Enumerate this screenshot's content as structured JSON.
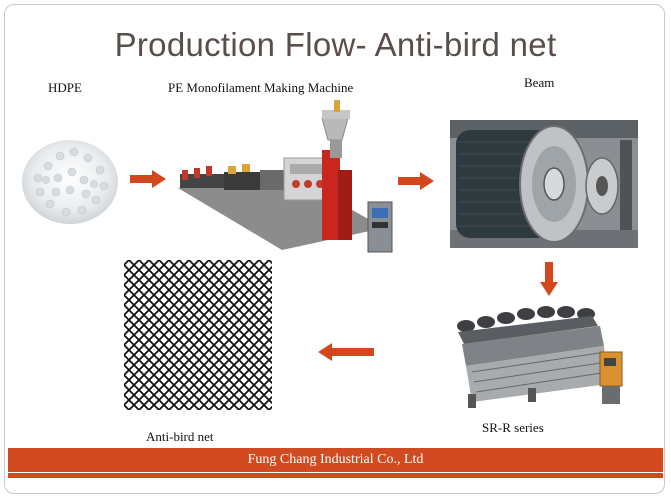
{
  "title": "Production Flow- Anti-bird net",
  "labels": {
    "hdpe": "HDPE",
    "machine": "PE Monofilament Making Machine",
    "beam": "Beam",
    "net": "Anti-bird net",
    "series": "SR-R series"
  },
  "footer": "Fung Chang Industrial Co., Ltd",
  "colors": {
    "arrow": "#d4461c",
    "footer": "#d24a1f",
    "title": "#5a4e4a"
  },
  "icons": [
    "hdpe-pellets-image",
    "extrusion-machine-image",
    "beam-spool-image",
    "knitting-machine-image",
    "anti-bird-net-image"
  ]
}
